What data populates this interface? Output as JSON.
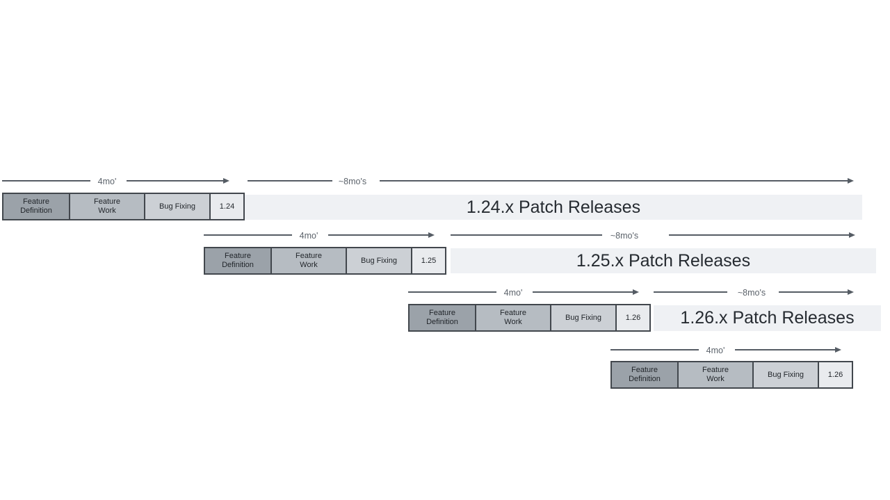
{
  "arrows": {
    "dev_label": "4mo'",
    "patch_label": "~8mo's"
  },
  "phases": {
    "definition": "Feature Definition",
    "work": "Feature Work",
    "bugfix": "Bug Fixing"
  },
  "rows": [
    {
      "version": "1.24",
      "patch_text": "1.24.x Patch Releases"
    },
    {
      "version": "1.25",
      "patch_text": "1.25.x Patch Releases"
    },
    {
      "version": "1.26",
      "patch_text": "1.26.x Patch Releases"
    },
    {
      "version": "1.26",
      "patch_text": ""
    }
  ],
  "colors": {
    "background": "#ffffff",
    "feature_definition_fill": "#9ba2a9",
    "feature_work_fill": "#b6bcc2",
    "bug_fixing_fill": "#ccd0d5",
    "version_fill": "#e9ebee",
    "patch_bar_fill": "#eff1f4",
    "box_border": "#42474d",
    "arrow": "#555c64",
    "arrow_label_text": "#5c636b",
    "patch_text": "#262b31"
  }
}
